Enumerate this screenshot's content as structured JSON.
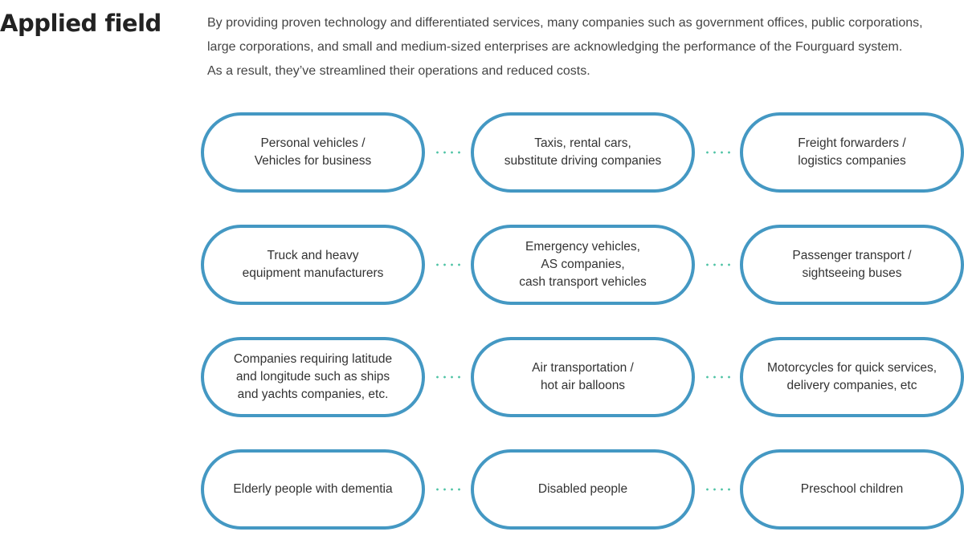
{
  "header": {
    "title": "Applied field"
  },
  "intro": {
    "line1": "By providing proven technology and differentiated services, many companies such as government offices, public corporations,",
    "line2": "large corporations, and small and medium-sized enterprises are acknowledging the performance of the Fourguard system.",
    "line3": "As a result, they’ve streamlined their operations and reduced costs."
  },
  "fields": [
    [
      "Personal vehicles /\nVehicles for business",
      "Taxis, rental cars,\nsubstitute driving companies",
      "Freight forwarders /\nlogistics companies"
    ],
    [
      "Truck and heavy\nequipment manufacturers",
      "Emergency vehicles,\nAS companies,\ncash transport vehicles",
      "Passenger transport /\nsightseeing buses"
    ],
    [
      "Companies requiring latitude\nand longitude such as ships\nand yachts companies, etc.",
      "Air transportation /\nhot air balloons",
      "Motorcycles for quick services,\ndelivery companies, etc"
    ],
    [
      "Elderly people with dementia",
      "Disabled people",
      "Preschool children"
    ]
  ],
  "colors": {
    "pill_border": "#4498c3",
    "connector_dots": "#4fc3a5",
    "text": "#333333"
  }
}
